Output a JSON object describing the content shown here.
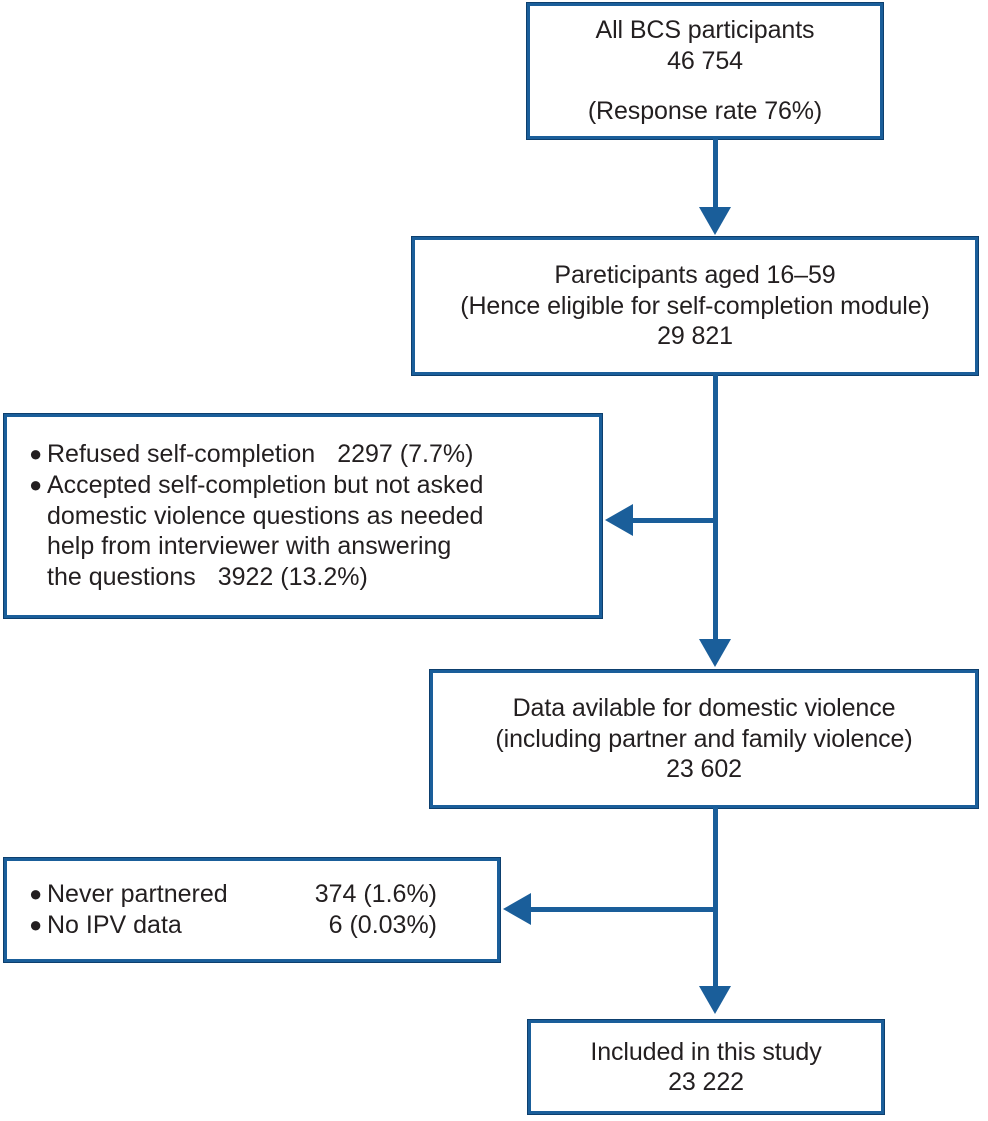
{
  "diagram": {
    "title": "Study participant flow diagram",
    "type": "flowchart",
    "accent_color": "#1a5e9a",
    "border_outer_color": "#0d3f6e",
    "text_color": "#231f20",
    "background": "#ffffff"
  },
  "nodes": {
    "all_participants": {
      "line1": "All BCS participants",
      "line2": "46 754",
      "line3": "(Response rate 76%)"
    },
    "eligible_participants": {
      "line1": "Pareticipants aged 16–59",
      "line2": "(Hence eligible for self-completion module)",
      "line3": "29 821"
    },
    "data_available": {
      "line1": "Data avilable for domestic violence",
      "line2": "(including partner and family violence)",
      "line3": "23 602"
    },
    "included": {
      "line1": "Included in this study",
      "line2": "23 222"
    }
  },
  "exclusions": {
    "first": {
      "items": [
        {
          "label": "Refused self-completion",
          "value": "2297 (7.7%)",
          "bullet": "●"
        },
        {
          "label_line1": "Accepted self-completion but not asked",
          "label_line2": "domestic violence questions as needed",
          "label_line3": "help from interviewer with answering",
          "label_line4": "the questions",
          "value": "3922 (13.2%)",
          "bullet": "●"
        }
      ]
    },
    "second": {
      "items": [
        {
          "label": "Never partnered",
          "value": "374 (1.6%)",
          "bullet": "●"
        },
        {
          "label": "No IPV data",
          "value": "6 (0.03%)",
          "bullet": "●"
        }
      ]
    }
  },
  "chart_data": {
    "type": "flowchart",
    "title": "BCS domestic violence study participant flow",
    "stages": [
      {
        "name": "All BCS participants",
        "n": 46754,
        "note": "Response rate 76%"
      },
      {
        "name": "Pareticipants aged 16–59 (Hence eligible for self-completion module)",
        "n": 29821
      },
      {
        "name": "Data avilable for domestic violence (including partner and family violence)",
        "n": 23602
      },
      {
        "name": "Included in this study",
        "n": 23222
      }
    ],
    "exclusions": [
      {
        "after_stage": "Pareticipants aged 16–59",
        "reason": "Refused self-completion",
        "n": 2297,
        "pct": "7.7%"
      },
      {
        "after_stage": "Pareticipants aged 16–59",
        "reason": "Accepted self-completion but not asked domestic violence questions as needed help from interviewer with answering the questions",
        "n": 3922,
        "pct": "13.2%"
      },
      {
        "after_stage": "Data avilable for domestic violence",
        "reason": "Never partnered",
        "n": 374,
        "pct": "1.6%"
      },
      {
        "after_stage": "Data avilable for domestic violence",
        "reason": "No IPV data",
        "n": 6,
        "pct": "0.03%"
      }
    ]
  }
}
